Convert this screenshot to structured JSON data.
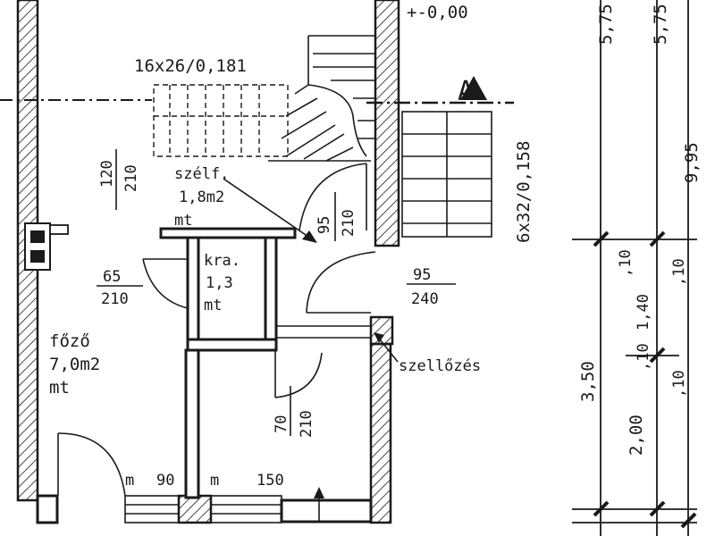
{
  "labels": {
    "elevation": "+-0,00",
    "stair_main": "16x26/0,181",
    "stair_side": "6x32/0,158",
    "section_marker": "A",
    "door_upper_w": "120",
    "door_upper_h": "210",
    "room_szelf_name": "szélf.",
    "room_szelf_area": "1,8m2",
    "room_szelf_unit": "mt",
    "door_szelf_w": "95",
    "door_szelf_h": "210",
    "room_kra_name": "kra.",
    "room_kra_area": "1,3",
    "room_kra_unit": "mt",
    "door_kra_w": "65",
    "door_kra_h": "210",
    "door_hall_w": "95",
    "door_hall_h": "240",
    "room_fozo_name": "főző",
    "room_fozo_area": "7,0m2",
    "room_fozo_unit": "mt",
    "ventilation": "szellőzés",
    "door_bath_w": "70",
    "door_bath_h": "210",
    "window_left_m": "m",
    "window_left_w": "90",
    "window_right_m": "m",
    "window_right_w": "150"
  },
  "dimensions": {
    "col1_top": "5,75",
    "col2_top": "5,75",
    "col3_total": "9,95",
    "col1_lower": "3,50",
    "col2_a": ",10",
    "col2_b": "1,40",
    "col2_c": ",10",
    "col2_d": "2,00",
    "col3_a": ",10",
    "col3_b": ",10"
  }
}
